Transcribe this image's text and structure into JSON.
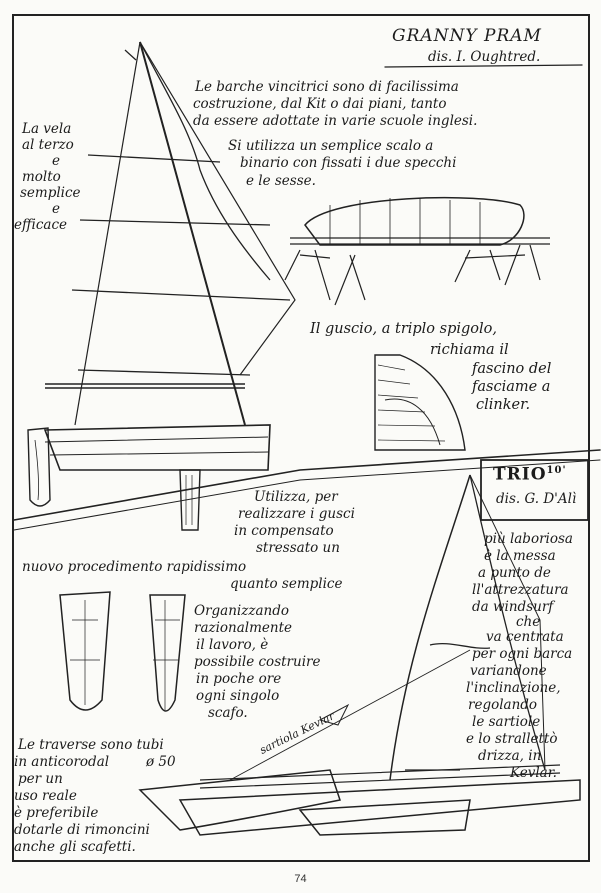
{
  "header": {
    "title": "GRANNY PRAM",
    "designer": "dis. I. Oughtred."
  },
  "top_section": {
    "sail_note": [
      "La vela",
      "al terzo",
      "e",
      "molto",
      "semplice",
      "e",
      "efficace"
    ],
    "intro": [
      "Le barche vincitrici sono di facilissima",
      "costruzione, dal Kit o dai piani, tanto",
      "da essere adottate in varie scuole inglesi."
    ],
    "scalo": [
      "Si utilizza un semplice scalo a",
      "binario con fissati i due specchi",
      "e le sesse."
    ],
    "guscio": [
      "Il guscio, a triplo spigolo,",
      "richiama il",
      "fascino del",
      "fasciame a",
      "clinker."
    ]
  },
  "trio_section": {
    "title": "TRIO",
    "title_sup": "10'",
    "designer": "dis. G. D'Alì",
    "usage": [
      "Utilizza, per",
      "realizzare i gusci",
      "in compensato",
      "stressato un",
      "nuovo procedimento rapidissimo",
      "quanto semplice"
    ],
    "organize": [
      "Organizzando",
      "razionalmente",
      "il lavoro, è",
      "possibile costruire",
      "in poche ore",
      "ogni singolo",
      "scafo."
    ],
    "rig": [
      "più laboriosa",
      "è la messa",
      "a punto de",
      "ll'attrezzatura",
      "da windsurf",
      "che",
      "va centrata",
      "per ogni barca",
      "variandone",
      "l'inclinazione,",
      "regolando",
      "le sartiole",
      "e lo strallettò",
      "drizza, in",
      "Kevlar."
    ],
    "traverse_a": [
      "Le traverse sono tubi",
      "in anticorodal"
    ],
    "traverse_size": "ø 50",
    "traverse_b": [
      "per un",
      "uso reale",
      "è preferibile",
      "dotarle di rimoncini",
      "anche gli scafetti."
    ],
    "kevlar_label": "sartiola Kevlar"
  },
  "footer": {
    "page_number": "74"
  }
}
